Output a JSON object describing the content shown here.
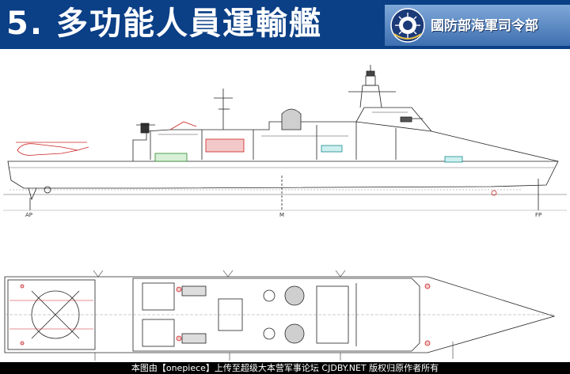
{
  "header": {
    "title": "5. 多功能人員運輸艦",
    "organization": "國防部海軍司令部",
    "emblem_icon": "navy-emblem-icon",
    "background_color": "#0b3f86"
  },
  "drawing": {
    "profile_labels": {
      "aft": "AP",
      "mid": "M",
      "fwd": "FP"
    }
  },
  "footer": {
    "credit": "本图由【onepiece】上传至超级大本营军事论坛 CJDBY.NET 版权归原作者所有"
  }
}
